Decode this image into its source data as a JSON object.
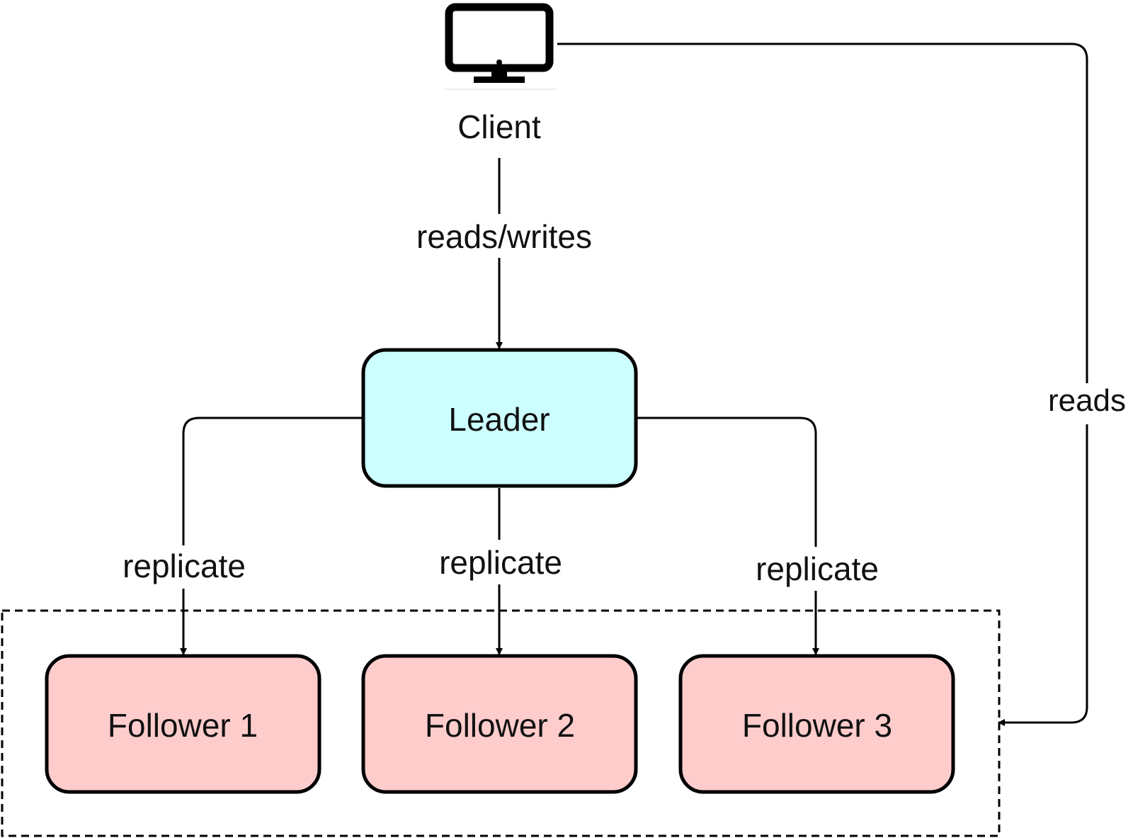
{
  "client": {
    "label": "Client",
    "icon": "monitor-icon"
  },
  "nodes": {
    "leader": {
      "label": "Leader"
    },
    "followers": [
      {
        "label": "Follower 1"
      },
      {
        "label": "Follower 2"
      },
      {
        "label": "Follower 3"
      }
    ]
  },
  "edges": {
    "client_to_leader": "reads/writes",
    "client_to_followers": "reads",
    "replicate": [
      "replicate",
      "replicate",
      "replicate"
    ]
  },
  "colors": {
    "leader_fill": "#ccffff",
    "follower_fill": "#ffcccc",
    "stroke": "#000000",
    "text": "#111111"
  }
}
